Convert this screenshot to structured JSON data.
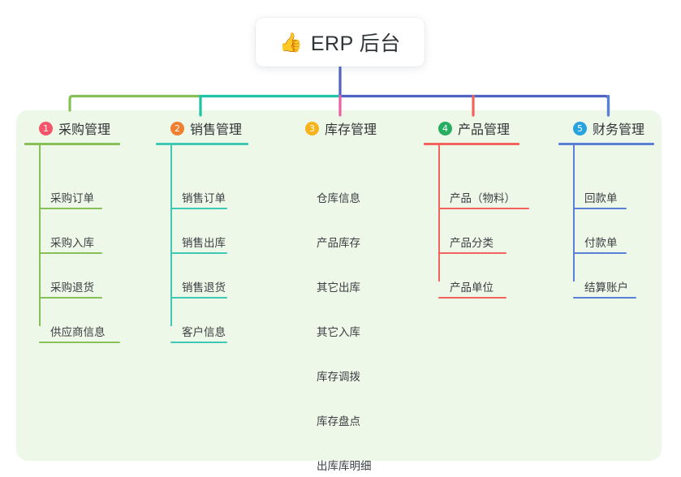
{
  "diagram": {
    "type": "mind-map",
    "title": "ERP 后台",
    "root": {
      "icon": "thumbs-up-icon",
      "icon_glyph": "👍",
      "label": "ERP 后台",
      "card_color": "#ffffff"
    },
    "panel_color": "#eef8e9",
    "background_color": "#ffffff",
    "branches": [
      {
        "index": "1",
        "badge_glyph": "1",
        "badge_color": "#f4556a",
        "line_color": "#86c057",
        "title": "采购管理",
        "children": [
          "采购订单",
          "采购入库",
          "采购退货",
          "供应商信息"
        ]
      },
      {
        "index": "2",
        "badge_glyph": "2",
        "badge_color": "#f08030",
        "line_color": "#3fc8b4",
        "title": "销售管理",
        "children": [
          "销售订单",
          "销售出库",
          "销售退货",
          "客户信息"
        ]
      },
      {
        "index": "3",
        "badge_glyph": "3",
        "badge_color": "#f6b31b",
        "line_color": "#e martin",
        "title": "库存管理",
        "children": [
          "仓库信息",
          "产品库存",
          "其它出库",
          "其它入库",
          "库存调拨",
          "库存盘点",
          "出库库明细"
        ]
      },
      {
        "index": "4",
        "badge_glyph": "4",
        "badge_color": "#27ae60",
        "line_color": "#f4625e",
        "title": "产品管理",
        "children": [
          "产品（物料）",
          "产品分类",
          "产品单位"
        ]
      },
      {
        "index": "5",
        "badge_glyph": "5",
        "badge_color": "#29a3e0",
        "line_color": "#5a7fd6",
        "title": "财务管理",
        "children": [
          "回款单",
          "付款单",
          "结算账户"
        ]
      }
    ],
    "connector_colors": {
      "root_stem": "#4f63c4",
      "bus_left": "#86c057",
      "bus_mid": "#1fc3a8",
      "bus_right": "#4f63c4",
      "drop_1": "#86c057",
      "drop_2": "#1fc3a8",
      "drop_3": "#ec5fa8",
      "drop_4": "#f4625e",
      "drop_5": "#5a7fd6"
    }
  }
}
